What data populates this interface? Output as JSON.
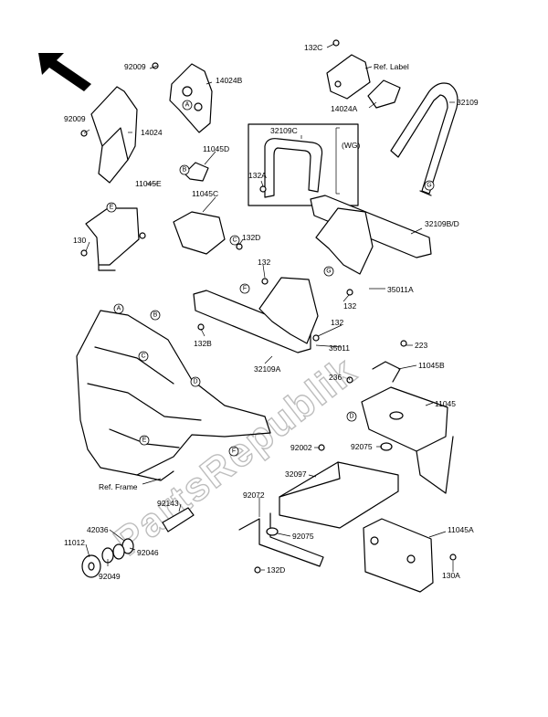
{
  "watermark": "PartsRepublik",
  "labels": {
    "l92009a": "92009",
    "l92009b": "92009",
    "l14024": "14024",
    "l14024b": "14024B",
    "l14024a": "14024A",
    "l132c": "132C",
    "ref_label": "Ref. Label",
    "l32109": "32109",
    "l32109c": "32109C",
    "wg": "(WG)",
    "l11045d": "11045D",
    "l132a": "132A",
    "l11045e": "11045E",
    "l11045c": "11045C",
    "l130": "130",
    "l132d_a": "132D",
    "l132_a": "132",
    "l32109bd": "32109B/D",
    "l35011a": "35011A",
    "l132_b": "132",
    "l132_c": "132",
    "l132b": "132B",
    "l35011": "35011",
    "l32109a": "32109A",
    "l223": "223",
    "l11045b": "11045B",
    "l236": "236",
    "l11045": "11045",
    "l92002": "92002",
    "l92075a": "92075",
    "l32097": "32097",
    "ref_frame": "Ref. Frame",
    "l92072": "92072",
    "l92075b": "92075",
    "l92143": "92143",
    "l42036": "42036",
    "l11012": "11012",
    "l92046": "92046",
    "l92049": "92049",
    "l11045a": "11045A",
    "l130a": "130A",
    "l132d_b": "132D"
  },
  "markers": {
    "A1": "A",
    "A2": "A",
    "B1": "B",
    "B2": "B",
    "C1": "C",
    "C2": "C",
    "D1": "D",
    "D2": "D",
    "E1": "E",
    "E2": "E",
    "F1": "F",
    "F2": "F",
    "G1": "G",
    "G2": "G"
  }
}
